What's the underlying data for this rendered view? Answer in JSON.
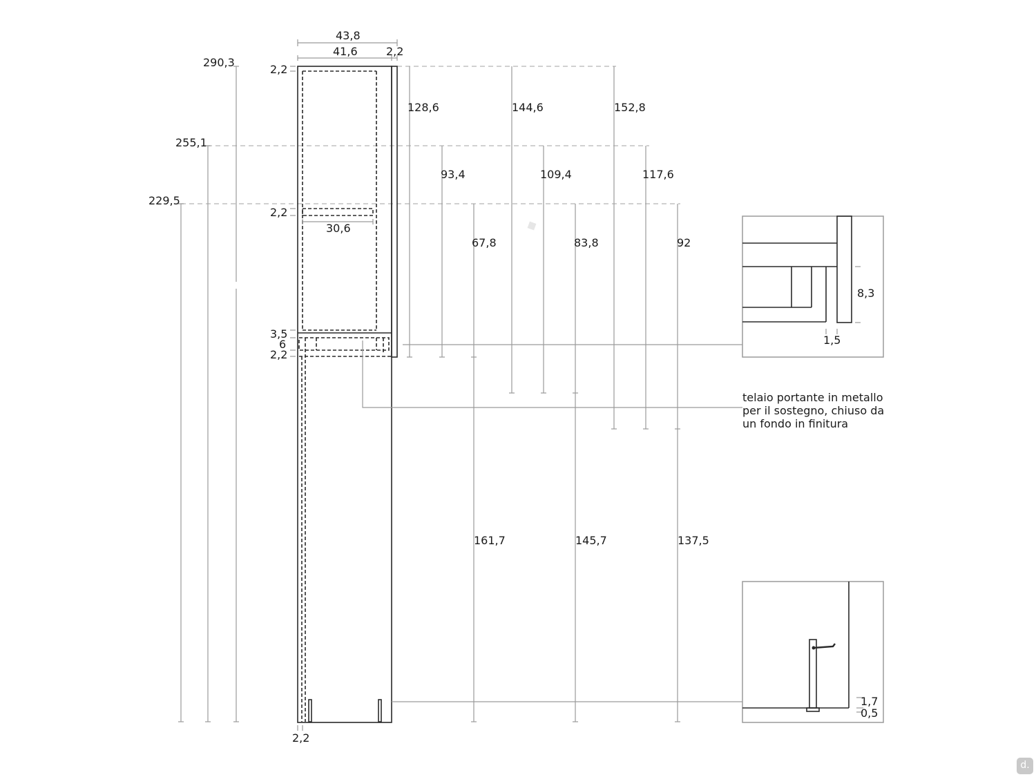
{
  "dimensions": {
    "total_depth": "43,8",
    "inner_depth": "41,6",
    "door_thickness": "2,2",
    "top_thickness": "2,2",
    "shelf_thickness": "2,2",
    "shelf_depth": "30,6",
    "top_rail": "3,5",
    "frame_height": "6",
    "base_thickness": "2,2",
    "side_bottom": "2,2",
    "height_total": "290,3",
    "height_mid": "255,1",
    "height_low": "229,5",
    "h_128": "128,6",
    "h_144": "144,6",
    "h_152": "152,8",
    "h_93": "93,4",
    "h_109": "109,4",
    "h_117": "117,6",
    "h_67": "67,8",
    "h_83": "83,8",
    "h_92": "92",
    "h_161": "161,7",
    "h_145": "145,7",
    "h_137": "137,5",
    "detail_height": "8,3",
    "detail_gap": "1,5",
    "foot_a": "1,7",
    "foot_b": "0,5"
  },
  "annotation": {
    "line1": "telaio portante in metallo",
    "line2": "per il sostegno, chiuso da",
    "line3": "un fondo in finitura"
  },
  "brand": {
    "mark": "d."
  }
}
